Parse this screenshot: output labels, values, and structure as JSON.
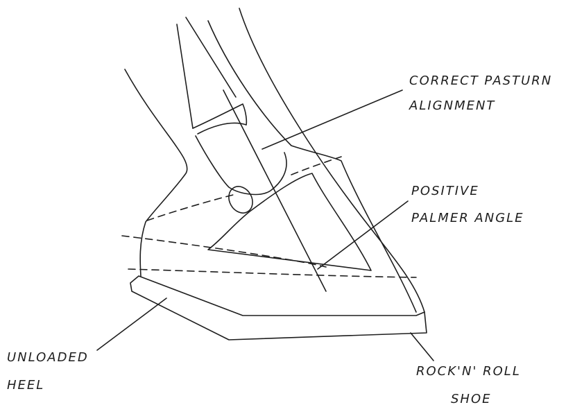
{
  "labels": {
    "pastern_line1": "CORRECT PASTURN",
    "pastern_line2": "ALIGNMENT",
    "palmer_line1": "POSITIVE",
    "palmer_line2": "PALMER ANGLE",
    "heel_line1": "UNLOADED",
    "heel_line2": "HEEL",
    "shoe_line1": "ROCK'N' ROLL",
    "shoe_line2": "SHOE"
  },
  "colors": {
    "ink": "#1e1e1e",
    "paper": "#ffffff"
  }
}
